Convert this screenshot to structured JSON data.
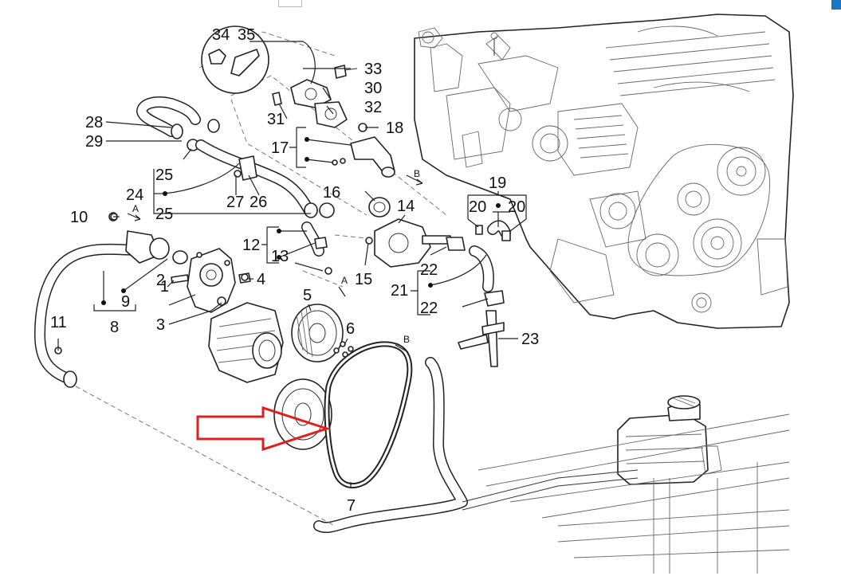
{
  "diagram": {
    "part_labels": {
      "p1": "1",
      "p2": "2",
      "p3": "3",
      "p4": "4",
      "p5": "5",
      "p6": "6",
      "p7": "7",
      "p8": "8",
      "p9": "9",
      "p10": "10",
      "p11": "11",
      "p12": "12",
      "p13": "13",
      "p14": "14",
      "p15": "15",
      "p16": "16",
      "p17": "17",
      "p18": "18",
      "p19": "19",
      "p20a": "20",
      "p20b": "20",
      "p21": "21",
      "p22a": "22",
      "p22b": "22",
      "p23": "23",
      "p24": "24",
      "p25a": "25",
      "p25b": "25",
      "p26": "26",
      "p27": "27",
      "p28": "28",
      "p29": "29",
      "p30": "30",
      "p31": "31",
      "p32": "32",
      "p33": "33",
      "p34": "34",
      "p35": "35"
    },
    "view_markers": {
      "a1": "A",
      "a2": "A",
      "b1": "B",
      "b2": "B"
    },
    "highlight_arrow_color": "#e02020",
    "corner_tab_color": "#1a76c4"
  }
}
